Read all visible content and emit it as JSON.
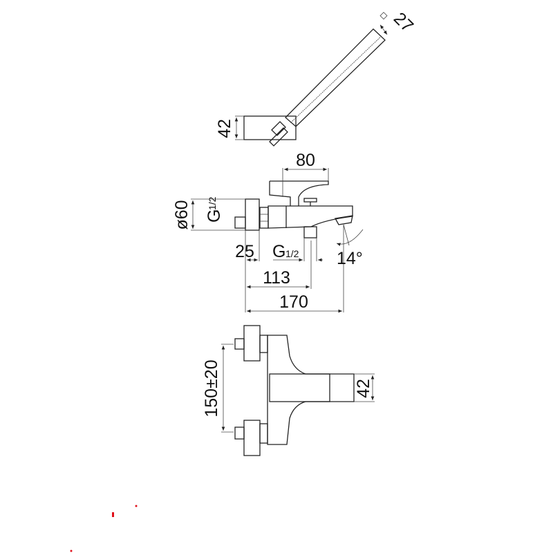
{
  "drawing": {
    "hand_shower": {
      "holder_height": "42",
      "head_width": "27"
    },
    "side_view": {
      "spout_projection": "80",
      "rosette_diameter": "ø60",
      "inlet_thread": {
        "main": "G",
        "fraction": "1/2"
      },
      "rosette_depth": "25",
      "outlet_thread": {
        "main": "G",
        "fraction": "1/2"
      },
      "spout_angle": "14°",
      "outlet_distance": "113",
      "total_length": "170"
    },
    "top_view": {
      "centres": "150±20",
      "body_height": "42"
    },
    "colors": {
      "line": "#222222",
      "marks": "#e0101a"
    }
  }
}
